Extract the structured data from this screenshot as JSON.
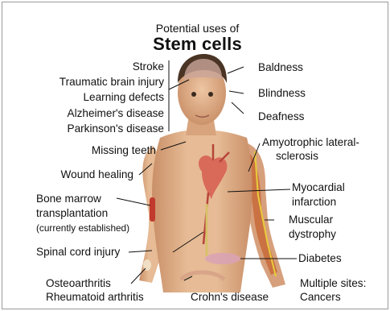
{
  "title": {
    "line1": "Potential uses of",
    "line2": "Stem cells"
  },
  "labels": {
    "brain": [
      "Stroke",
      "Traumatic brain injury",
      "Learning defects",
      "Alzheimer's disease",
      "Parkinson's disease"
    ],
    "missing_teeth": "Missing teeth",
    "wound_healing": "Wound healing",
    "bone_marrow_1": "Bone marrow",
    "bone_marrow_2": "transplantation",
    "bone_marrow_3": "(currently established)",
    "spinal": "Spinal cord injury",
    "osteo": "Osteoarthritis",
    "rheuma": "Rheumatoid arthritis",
    "crohn": "Crohn's disease",
    "baldness": "Baldness",
    "blindness": "Blindness",
    "deafness": "Deafness",
    "als_1": "Amyotrophic lateral-",
    "als_2": "sclerosis",
    "myo_1": "Myocardial",
    "myo_2": "infarction",
    "musc_1": "Muscular",
    "musc_2": "dystrophy",
    "diabetes": "Diabetes",
    "multi_1": "Multiple sites:",
    "multi_2": "Cancers"
  },
  "colors": {
    "skin": "#e2b58e",
    "skin_shadow": "#c98f68",
    "hair": "#4a3424",
    "brain": "#c9a59a",
    "heart": "#d96a5a",
    "muscle": "#c86a3a",
    "leader": "#111111",
    "frame": "#9a9a9a"
  }
}
